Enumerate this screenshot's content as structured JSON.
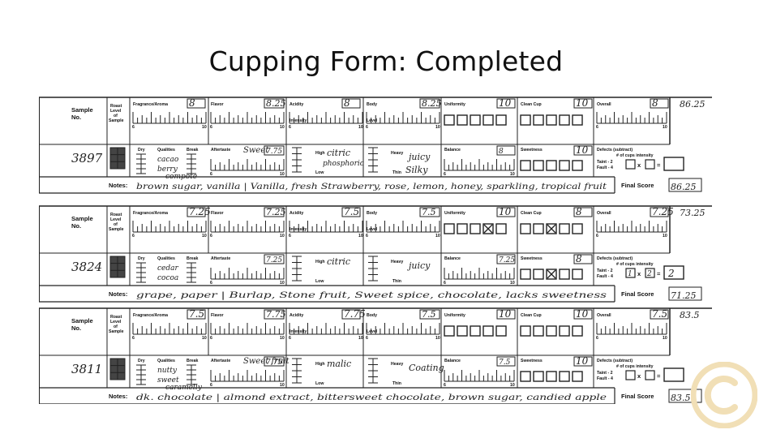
{
  "slide": {
    "title": "Cupping Form: Completed"
  },
  "labels": {
    "sample_no_1": "Sample",
    "sample_no_2": "No.",
    "roast_1": "Roast",
    "roast_2": "Level",
    "roast_3": "of",
    "roast_4": "Sample",
    "fragrance": "Fragrance/Aroma",
    "flavor": "Flavor",
    "acidity": "Acidity",
    "body": "Body",
    "uniformity": "Uniformity",
    "clean_cup": "Clean Cup",
    "overall": "Overall",
    "dry": "Dry",
    "qualities": "Qualities",
    "break": "Break",
    "aftertaste": "Aftertaste",
    "intensity": "Intensity",
    "high": "High",
    "low": "Low",
    "level": "Level",
    "heavy": "Heavy",
    "thin": "Thin",
    "balance": "Balance",
    "sweetness": "Sweetness",
    "defects": "Defects (subtract)",
    "cups_intensity": "# of cups   intensity",
    "taint": "Taint - 2",
    "fault": "Fault - 4",
    "notes": "Notes:",
    "final_score": "Final Score",
    "scale_6": "6",
    "scale_10": "10",
    "times": "x",
    "equals": "="
  },
  "samples": [
    {
      "number": "3897",
      "fragrance": "8",
      "flavor": "8.25",
      "acidity": "8",
      "body": "8.25",
      "uniformity": "10",
      "clean_cup": "10",
      "overall": "8",
      "total": "86.25",
      "aftertaste": "7.75",
      "aftertaste_note": "Sweet",
      "acidity_note_1": "citric",
      "acidity_note_2": "phosphoric",
      "body_note_1": "juicy",
      "body_note_2": "Silky",
      "balance": "8",
      "sweetness": "10",
      "qualities_1": "cacao",
      "qualities_2": "berry",
      "qualities_3": "compote",
      "defect_cups": "",
      "defect_intensity": "",
      "defect_total": "",
      "notes": "brown sugar, vanilla | Vanilla, fresh Strawberry, rose, lemon, honey, sparkling, tropical fruit",
      "final_score": "86.25"
    },
    {
      "number": "3824",
      "fragrance": "7.25",
      "flavor": "7.25",
      "acidity": "7.5",
      "body": "7.5",
      "uniformity": "10",
      "clean_cup": "8",
      "overall": "7.25",
      "total": "73.25",
      "aftertaste": "7.25",
      "aftertaste_note": "",
      "acidity_note_1": "citric",
      "acidity_note_2": "",
      "body_note_1": "juicy",
      "body_note_2": "",
      "balance": "7.25",
      "sweetness": "8",
      "qualities_1": "cedar",
      "qualities_2": "cocoa",
      "qualities_3": "",
      "defect_cups": "1",
      "defect_intensity": "2",
      "defect_total": "2",
      "notes": "grape, paper | Burlap, Stone fruit, Sweet spice, chocolate, lacks sweetness",
      "final_score": "71.25"
    },
    {
      "number": "3811",
      "fragrance": "7.5",
      "flavor": "7.75",
      "acidity": "7.75",
      "body": "7.5",
      "uniformity": "10",
      "clean_cup": "10",
      "overall": "7.5",
      "total": "83.5",
      "aftertaste": "7.75",
      "aftertaste_note": "Sweet fruit",
      "acidity_note_1": "malic",
      "acidity_note_2": "",
      "body_note_1": "Coating",
      "body_note_2": "",
      "balance": "7.5",
      "sweetness": "10",
      "qualities_1": "nutty",
      "qualities_2": "sweet",
      "qualities_3": "caramelly",
      "defect_cups": "",
      "defect_intensity": "",
      "defect_total": "",
      "notes": "dk. chocolate | almond extract, bittersweet chocolate, brown sugar, candied apple",
      "final_score": "83.5"
    }
  ],
  "colors": {
    "logo": "#f1dfb6",
    "final_score_text": "#8a1b1b",
    "ink": "#222222"
  },
  "icons": {
    "logo": "circle-c-logo-icon",
    "roast": "roast-swatch-icon"
  }
}
